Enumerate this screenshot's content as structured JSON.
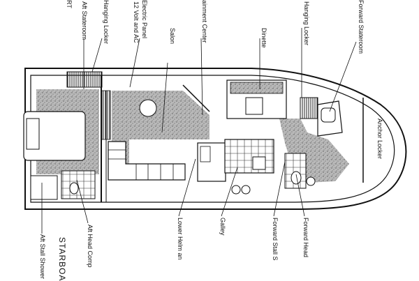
{
  "diagram": {
    "top_labels": {
      "aft_port_partial": "RT",
      "aft_stateroom": "Aft Stateroom",
      "hanging_locker_aft": "Hanging Locker",
      "electric_panel": "Electric Panel",
      "volt_ac": "12 Volt and AC",
      "salon": "Salon",
      "entertainment_center": "ainment Center",
      "dinette": "Dinette",
      "hanging_locker_fwd": "Hanging Locker",
      "forward_stateroom": "Forward Stateroom"
    },
    "inner_labels": {
      "anchor_locker": "Anchor Locker"
    },
    "bottom_labels": {
      "aft_stall_shower": "Aft Stall Shower",
      "starboard_partial": "STARBOA",
      "aft_head_compartment": "Aft Head Comp",
      "lower_helm": "Lower Helm an",
      "galley": "Galley",
      "forward_stall_shower": "Forward Stall S",
      "forward_head": "Forward Head"
    }
  }
}
